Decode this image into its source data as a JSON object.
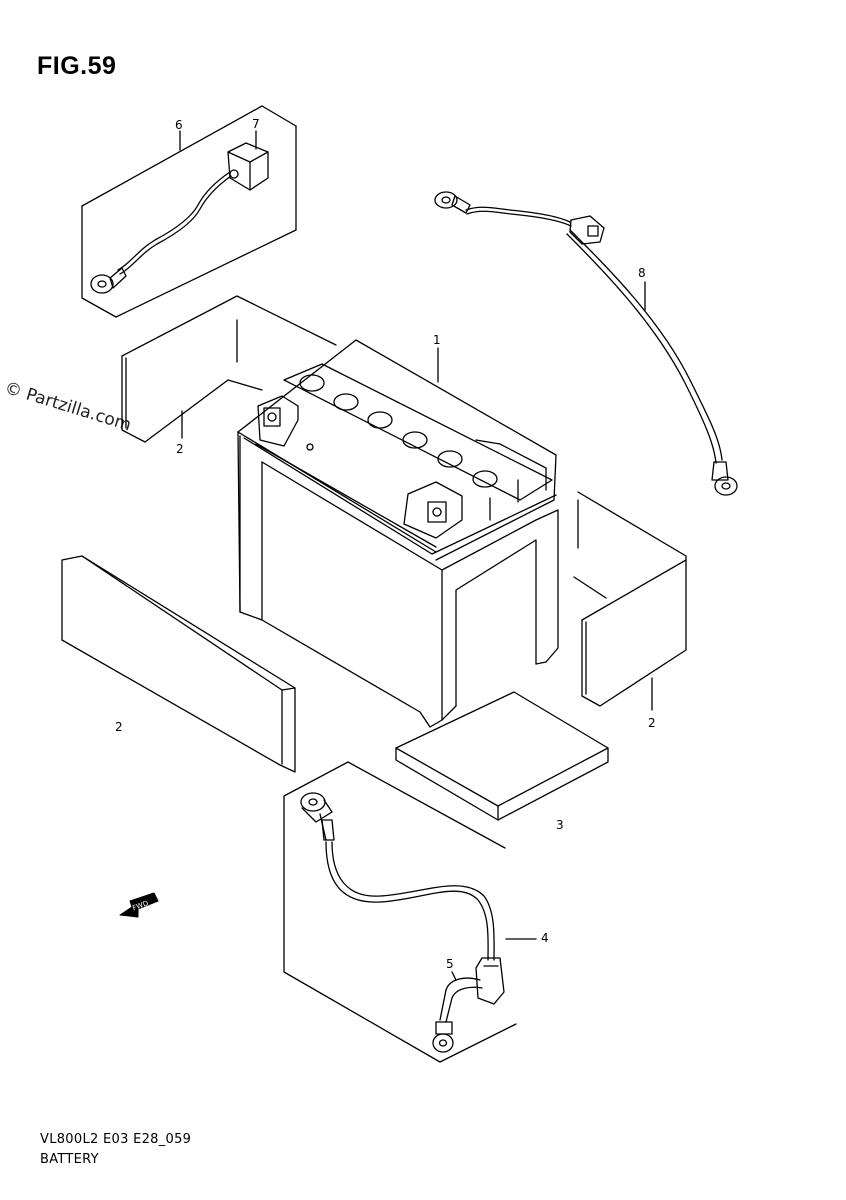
{
  "figure": {
    "title": "FIG.59",
    "watermark": "© Partzilla.com",
    "drawing_code": "VL800L2 E03 E28_059",
    "assembly_name": "BATTERY"
  },
  "callouts": [
    {
      "id": "c1",
      "label": "1"
    },
    {
      "id": "c2a",
      "label": "2"
    },
    {
      "id": "c2b",
      "label": "2"
    },
    {
      "id": "c2c",
      "label": "2"
    },
    {
      "id": "c3",
      "label": "3"
    },
    {
      "id": "c4",
      "label": "4"
    },
    {
      "id": "c5",
      "label": "5"
    },
    {
      "id": "c6",
      "label": "6"
    },
    {
      "id": "c7",
      "label": "7"
    },
    {
      "id": "c8",
      "label": "8"
    }
  ],
  "icons": {
    "front_arrow": "fwd-arrow-icon"
  }
}
